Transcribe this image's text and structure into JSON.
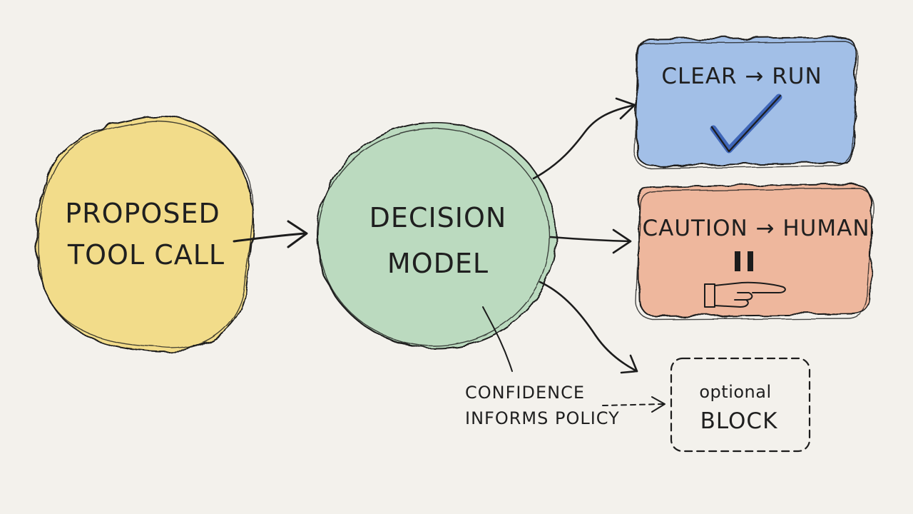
{
  "nodes": {
    "proposed": {
      "line1": "PROPOSED",
      "line2": "TOOL CALL",
      "color": "#f2d66b"
    },
    "decision": {
      "line1": "DECISION",
      "line2": "MODEL",
      "color": "#a9d3b0"
    },
    "clear": {
      "label": "CLEAR → RUN",
      "icon": "checkmark-icon",
      "color": "#8fb3e6"
    },
    "caution": {
      "label": "CAUTION → HUMAN",
      "icon": "pause-and-pointing-hand-icon",
      "color": "#eea98a"
    },
    "block": {
      "line1": "optional",
      "line2": "BLOCK"
    }
  },
  "annotation": {
    "line1": "CONFIDENCE",
    "line2": "INFORMS POLICY"
  }
}
